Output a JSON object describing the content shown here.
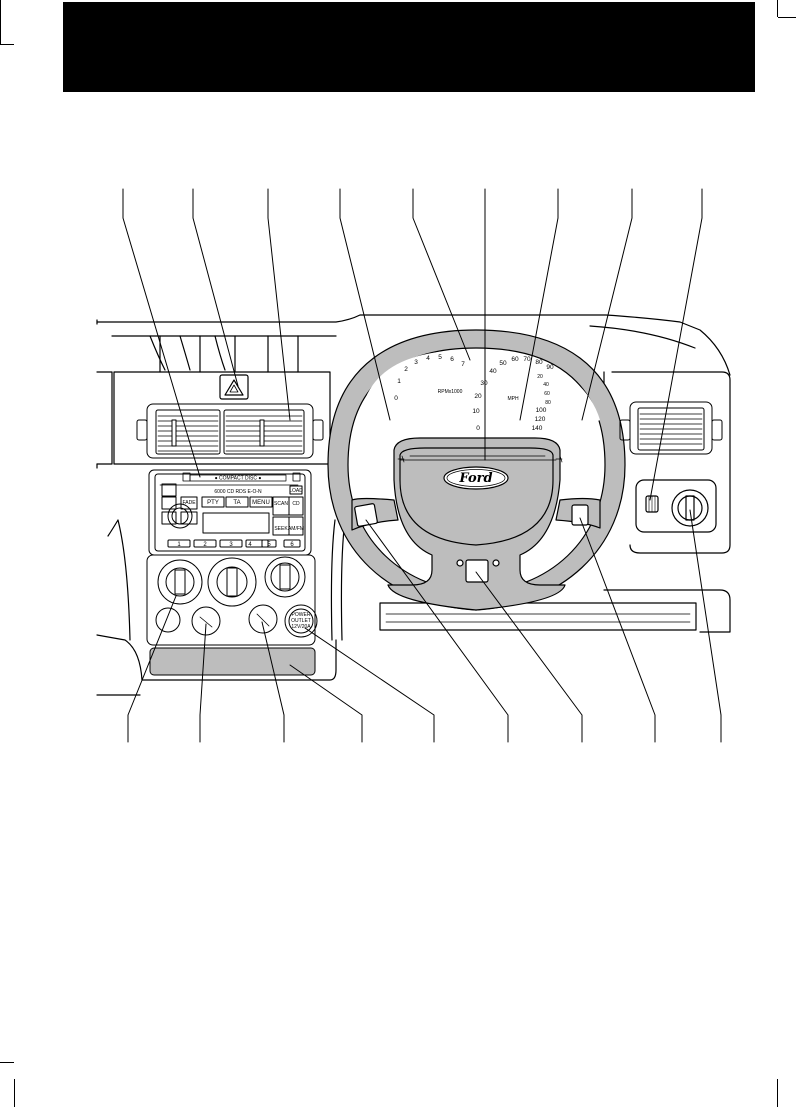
{
  "page": {
    "header_bar_color": "#000000",
    "header_text": ""
  },
  "radio": {
    "cd_label": "● COMPACT DISC ●",
    "preset_label": "6000 CD RDS E-O-N",
    "buttons": {
      "pty": "PTY",
      "ta": "TA",
      "menu": "MENU",
      "scan": "SCAN",
      "cd": "CD",
      "fade": "FADE",
      "seek": "SEEK",
      "amfm": "AM/FM",
      "load": "LOAD"
    },
    "presets": [
      "1",
      "2",
      "3",
      "4",
      "5",
      "6"
    ]
  },
  "power_outlet": {
    "label_line1": "POWER",
    "label_line2": "OUTLET",
    "label_line3": "12V/20A"
  },
  "tachometer": {
    "unit_label": "RPMx1000",
    "ticks": [
      "0",
      "1",
      "2",
      "3",
      "4",
      "5",
      "6",
      "7"
    ]
  },
  "speedometer": {
    "ticks_outer": [
      "0",
      "10",
      "20",
      "30",
      "40",
      "50",
      "60",
      "70",
      "80",
      "90"
    ],
    "ticks_inner": [
      "20",
      "40",
      "60",
      "80",
      "100",
      "120",
      "140"
    ],
    "unit_label": "MPH"
  },
  "steering_wheel": {
    "logo_text": "Ford"
  },
  "icons": {
    "hazard": "hazard-warning-triangle-icon",
    "fuel": "fuel-pump-icon",
    "temperature": "coolant-temperature-icon",
    "horn": "horn-icon"
  }
}
